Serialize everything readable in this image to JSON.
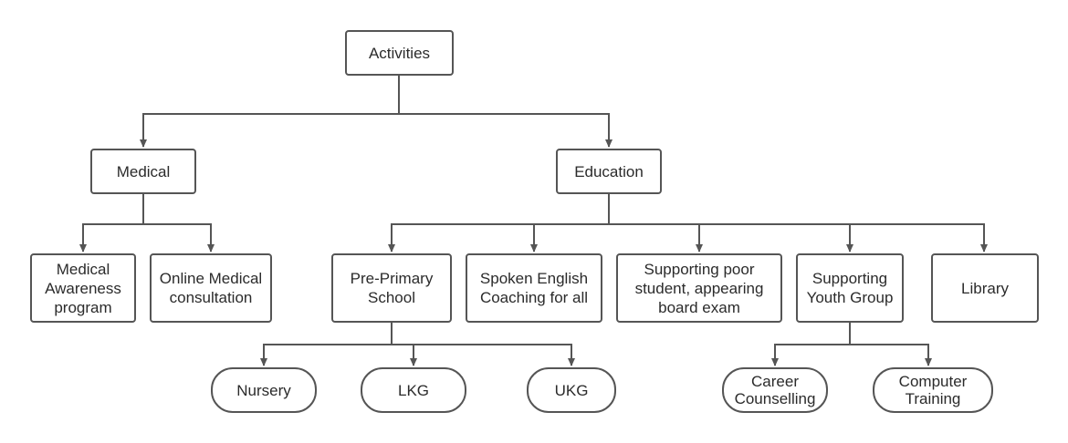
{
  "diagram": {
    "root": {
      "label": "Activities"
    },
    "medical": {
      "label": "Medical",
      "children": [
        {
          "label": "Medical Awareness program"
        },
        {
          "label": "Online Medical consultation"
        }
      ]
    },
    "education": {
      "label": "Education",
      "children": [
        {
          "label": "Pre-Primary School"
        },
        {
          "label": "Spoken English Coaching for all"
        },
        {
          "label": "Supporting poor student, appearing board exam"
        },
        {
          "label": "Supporting Youth Group"
        },
        {
          "label": "Library"
        }
      ]
    },
    "pre_primary": {
      "children": [
        {
          "label": "Nursery"
        },
        {
          "label": "LKG"
        },
        {
          "label": "UKG"
        }
      ]
    },
    "youth_group": {
      "children": [
        {
          "label": "Career Counselling"
        },
        {
          "label": "Computer Training"
        }
      ]
    },
    "colors": {
      "stroke": "#555555",
      "text": "#2b2b2b",
      "background": "#ffffff"
    }
  }
}
